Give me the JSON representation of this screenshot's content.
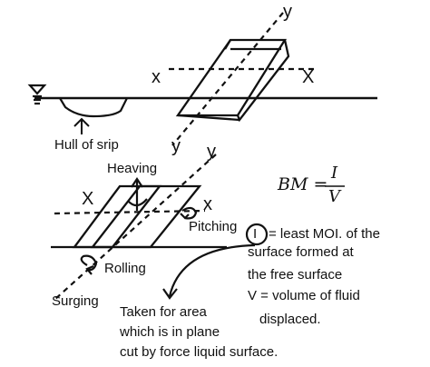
{
  "labels": {
    "hull": "Hull of srip",
    "heaving": "Heaving",
    "pitching": "Pitching",
    "rolling": "Rolling",
    "surging": "Surging",
    "axis_y": "y",
    "axis_x": "x",
    "axis_X": "X"
  },
  "formula": {
    "lhs": "BM =",
    "numerator": "I",
    "denominator": "V"
  },
  "note": {
    "symbol": "I",
    "lines": [
      "= least MOI. of the",
      "surface formed at",
      "the free surface",
      "V = volume of fluid",
      "displaced."
    ]
  },
  "callout": {
    "lines": [
      "Taken for area",
      "which is in plane",
      "cut by force liquid surface."
    ]
  }
}
